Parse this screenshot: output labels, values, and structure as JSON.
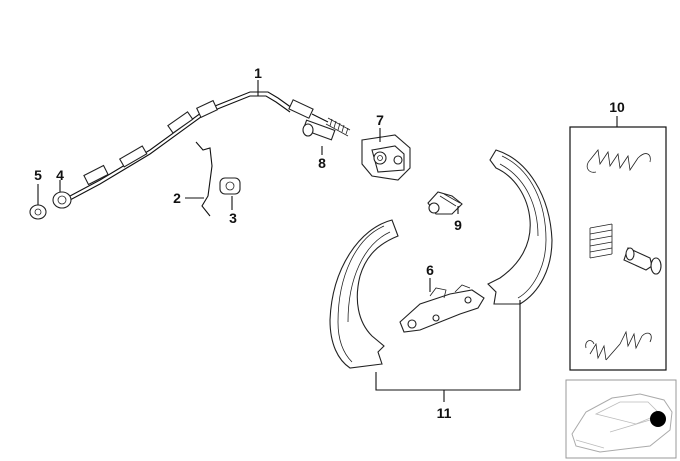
{
  "callouts": {
    "c1": "1",
    "c2": "2",
    "c3": "3",
    "c4": "4",
    "c5": "5",
    "c6": "6",
    "c7": "7",
    "c8": "8",
    "c9": "9",
    "c10": "10",
    "c11": "11"
  },
  "colors": {
    "line": "#111111",
    "background": "#ffffff",
    "dot": "#000000"
  }
}
